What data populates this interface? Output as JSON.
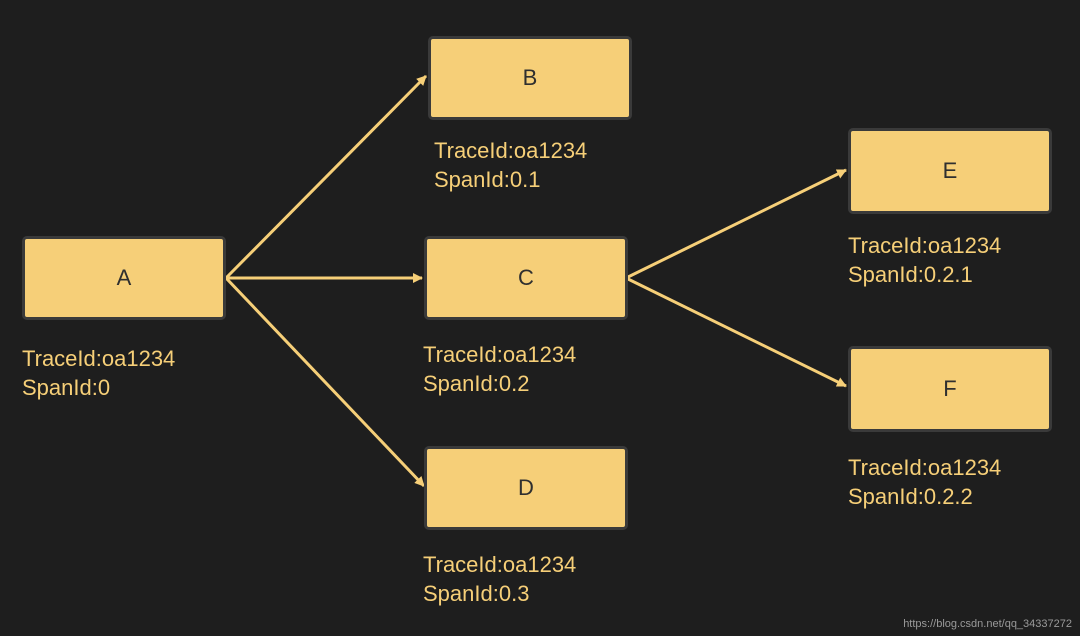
{
  "colors": {
    "background": "#1e1e1e",
    "node_fill": "#f6cf78",
    "node_border": "#3a3a3a",
    "node_text": "#2f2f2f",
    "label_text": "#f6cf78",
    "edge": "#f6cf78"
  },
  "nodes": {
    "A": {
      "name": "A",
      "trace": "TraceId:oa1234",
      "span": "SpanId:0"
    },
    "B": {
      "name": "B",
      "trace": "TraceId:oa1234",
      "span": "SpanId:0.1"
    },
    "C": {
      "name": "C",
      "trace": "TraceId:oa1234",
      "span": "SpanId:0.2"
    },
    "D": {
      "name": "D",
      "trace": "TraceId:oa1234",
      "span": "SpanId:0.3"
    },
    "E": {
      "name": "E",
      "trace": "TraceId:oa1234",
      "span": "SpanId:0.2.1"
    },
    "F": {
      "name": "F",
      "trace": "TraceId:oa1234",
      "span": "SpanId:0.2.2"
    }
  },
  "edges": [
    {
      "from": "A",
      "to": "B"
    },
    {
      "from": "A",
      "to": "C"
    },
    {
      "from": "A",
      "to": "D"
    },
    {
      "from": "C",
      "to": "E"
    },
    {
      "from": "C",
      "to": "F"
    }
  ],
  "watermark": "https://blog.csdn.net/qq_34337272"
}
